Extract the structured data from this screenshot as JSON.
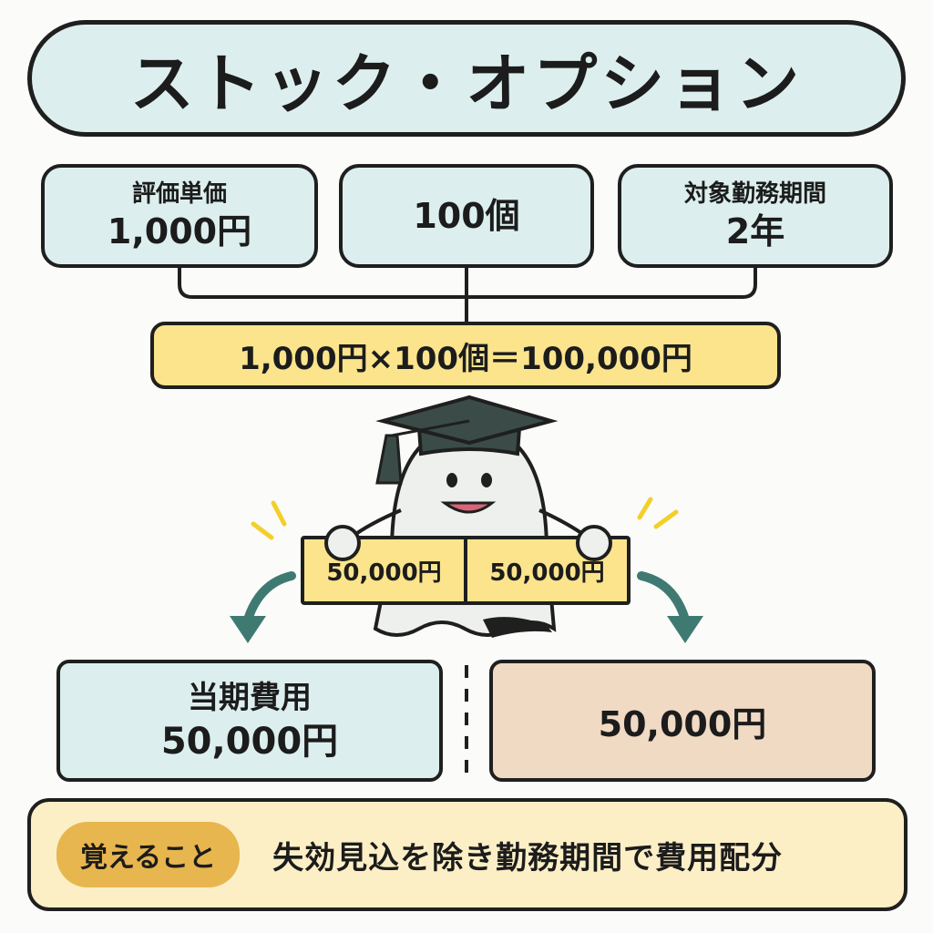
{
  "title": "ストック・オプション",
  "inputs": {
    "unit_price": {
      "label": "評価単価",
      "value": "1,000円"
    },
    "quantity": {
      "value": "100個"
    },
    "service_period": {
      "label": "対象勤務期間",
      "value": "2年"
    }
  },
  "formula": "1,000円×100個＝100,000円",
  "split": {
    "left": "50,000円",
    "right": "50,000円"
  },
  "results": {
    "current_period": {
      "label": "当期費用",
      "value": "50,000円"
    },
    "next_period": {
      "value": "50,000円"
    }
  },
  "note": {
    "badge": "覚えること",
    "text": "失効見込を除き勤務期間で費用配分"
  },
  "colors": {
    "teal": "#dcefee",
    "yellow": "#fbe48c",
    "tan": "#f0dac4",
    "cream": "#fcefc6",
    "badge": "#e8b64e",
    "arrow": "#3f7a72"
  }
}
